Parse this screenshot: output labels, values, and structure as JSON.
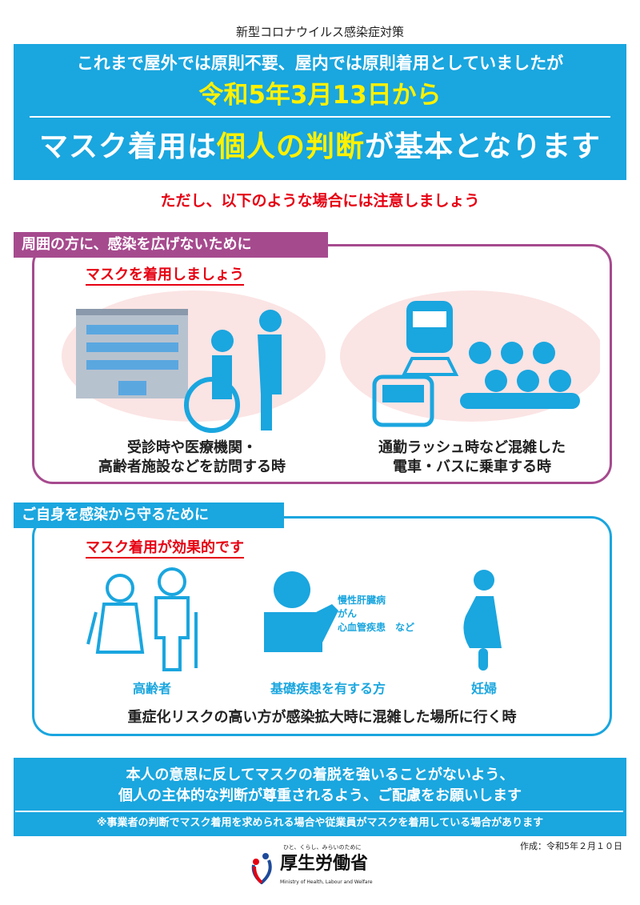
{
  "header": {
    "category": "新型コロナウイルス感染症対策",
    "line1": "これまで屋外では原則不要、屋内では原則着用としていましたが",
    "date": "令和5年3月13日から",
    "headline_a": "マスク着用は",
    "headline_b": "個人の判断",
    "headline_c": "が基本となります"
  },
  "caution": "ただし、以下のような場合には注意しましょう",
  "section1": {
    "tag": "周囲の方に、感染を広げないために",
    "subtitle": "マスクを着用しましょう",
    "cases": [
      {
        "icon": "hospital-wheelchair-icon",
        "line1": "受診時や医療機関・",
        "line2": "高齢者施設などを訪問する時"
      },
      {
        "icon": "train-bus-crowd-icon",
        "line1": "通勤ラッシュ時など混雑した",
        "line2": "電車・バスに乗車する時"
      }
    ]
  },
  "section2": {
    "tag": "ご自身を感染から守るために",
    "subtitle": "マスク着用が効果的です",
    "people": [
      {
        "icon": "elderly-icon",
        "label": "高齢者"
      },
      {
        "icon": "patient-icon",
        "label": "基礎疾患を有する方"
      },
      {
        "icon": "pregnant-icon",
        "label": "妊婦"
      }
    ],
    "diseases": [
      "慢性肝臓病",
      "がん",
      "心血管疾患　など"
    ],
    "summary": "重症化リスクの高い方が感染拡大時に混雑した場所に行く時"
  },
  "bottom": {
    "line1": "本人の意思に反してマスクの着脱を強いることがないよう、",
    "line2": "個人の主体的な判断が尊重されるよう、ご配慮をお願いします",
    "note": "※事業者の判断でマスク着用を求められる場合や従業員がマスクを着用している場合があります"
  },
  "footer": {
    "created": "作成：令和5年２月１０日",
    "logo_tagline": "ひと、くらし、みらいのために",
    "logo_name": "厚生労働省",
    "logo_english": "Ministry of Health, Labour and Welfare"
  },
  "colors": {
    "blue": "#1aa6df",
    "purple": "#a64a8e",
    "red": "#e60012",
    "yellow": "#fff100",
    "pink": "#fbe4e4"
  }
}
